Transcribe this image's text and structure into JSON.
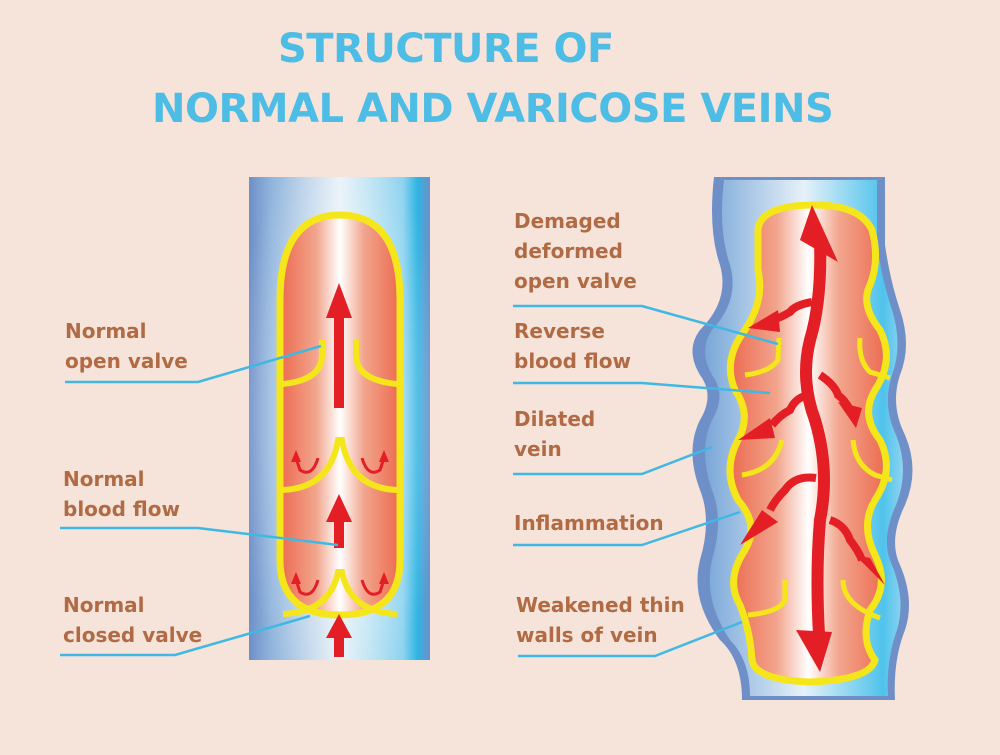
{
  "title": {
    "line1": "STRUCTURE OF",
    "line2": "NORMAL AND VARICOSE VEINS"
  },
  "normal_vein": {
    "labels": [
      {
        "id": "normal-open-valve",
        "line1": "Normal",
        "line2": "open valve"
      },
      {
        "id": "normal-blood-flow",
        "line1": "Normal",
        "line2": "blood flow"
      },
      {
        "id": "normal-closed-valve",
        "line1": "Normal",
        "line2": "closed valve"
      }
    ]
  },
  "varicose_vein": {
    "labels": [
      {
        "id": "damaged-open-valve",
        "line1": "Demaged",
        "line2": "deformed",
        "line3": "open valve"
      },
      {
        "id": "reverse-blood-flow",
        "line1": "Reverse",
        "line2": "blood flow"
      },
      {
        "id": "dilated-vein",
        "line1": "Dilated",
        "line2": "vein"
      },
      {
        "id": "inflammation",
        "line1": "Inflammation"
      },
      {
        "id": "weakened-walls",
        "line1": "Weakened thin",
        "line2": "walls of vein"
      }
    ]
  },
  "colors": {
    "background": "#f6e3d9",
    "title": "#4dbde6",
    "label_text": "#b06b45",
    "leader_line": "#3fb8e3",
    "valve_wall": "#f5e61c",
    "blood_arrow": "#e31e24",
    "vein_outer": "#6f8fc8",
    "vein_inner": "#9fd0ea"
  }
}
